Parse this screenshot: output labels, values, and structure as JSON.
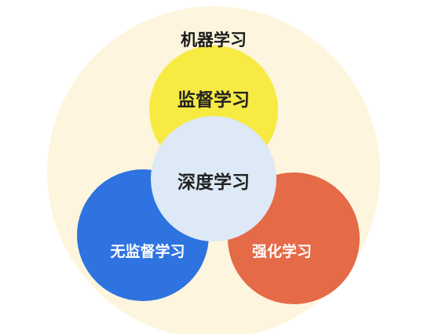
{
  "diagram": {
    "outer": {
      "label": "机器学习",
      "color": "#fdf5dd"
    },
    "supervised": {
      "label": "监督学习",
      "color": "#f7ea43"
    },
    "unsupervised": {
      "label": "无监督学习",
      "color": "#2e73e0"
    },
    "reinforcement": {
      "label": "强化学习",
      "color": "#e56a48"
    },
    "deep": {
      "label": "深度学习",
      "color": "#dde9f6"
    }
  }
}
